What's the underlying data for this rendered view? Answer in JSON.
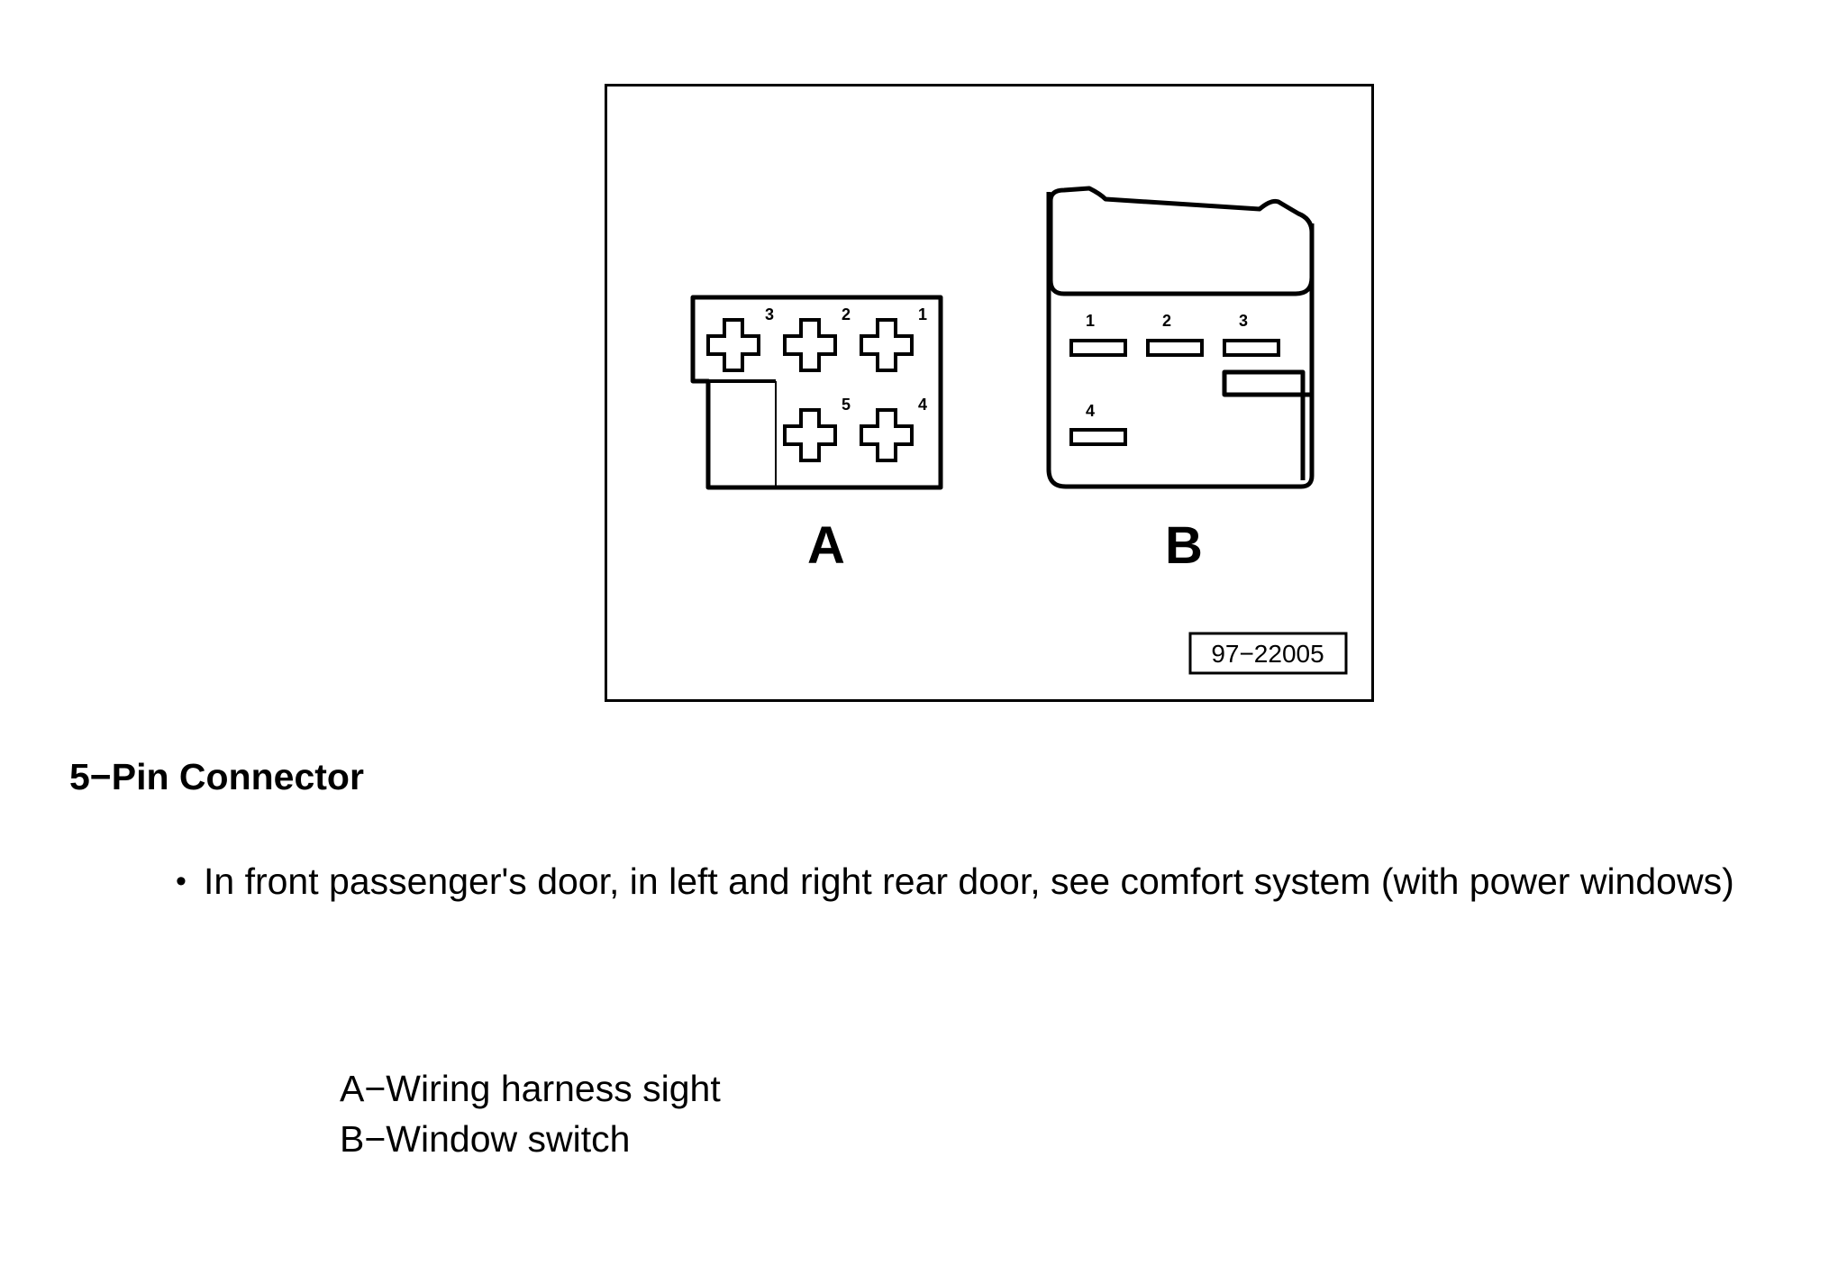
{
  "figure": {
    "connector_a": {
      "letter": "A",
      "pins": [
        "3",
        "2",
        "1",
        "5",
        "4"
      ]
    },
    "connector_b": {
      "letter": "B",
      "pins": [
        "1",
        "2",
        "3",
        "4"
      ]
    },
    "figure_id": "97−22005"
  },
  "heading": "5−Pin Connector",
  "bullet": {
    "symbol": "•",
    "text": "In front passenger's door, in left and right rear door, see comfort system (with power windows)"
  },
  "legend": {
    "a": "A−Wiring harness sight",
    "b": "B−Window switch"
  }
}
